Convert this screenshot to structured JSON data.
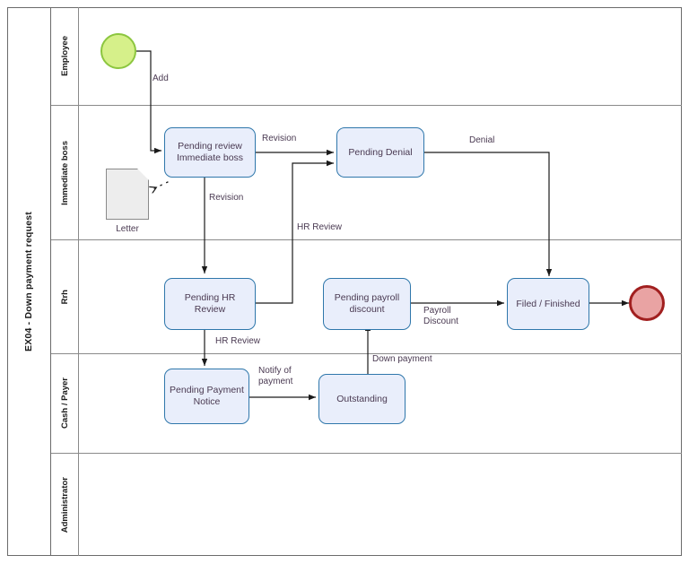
{
  "diagram": {
    "type": "bpmn-process",
    "pool_title": "EX04 - Down payment request",
    "lanes": [
      {
        "id": "employee",
        "label": "Employee"
      },
      {
        "id": "immediate-boss",
        "label": "Immediate boss"
      },
      {
        "id": "rrh",
        "label": "Rrh"
      },
      {
        "id": "cash-payer",
        "label": "Cash / Payer"
      },
      {
        "id": "administrator",
        "label": "Administrator"
      }
    ],
    "events": {
      "start": {
        "name": "start-event",
        "lane": "employee"
      },
      "end": {
        "name": "end-event",
        "lane": "rrh"
      }
    },
    "tasks": [
      {
        "id": "pending-review-immediate-boss",
        "label": "Pending review Immediate boss",
        "lane": "immediate-boss"
      },
      {
        "id": "pending-denial",
        "label": "Pending Denial",
        "lane": "immediate-boss"
      },
      {
        "id": "pending-hr-review",
        "label": "Pending HR Review",
        "lane": "rrh"
      },
      {
        "id": "pending-payroll-discount",
        "label": "Pending payroll discount",
        "lane": "rrh"
      },
      {
        "id": "filed-finished",
        "label": "Filed / Finished",
        "lane": "rrh"
      },
      {
        "id": "pending-payment-notice",
        "label": "Pending Payment Notice",
        "lane": "cash-payer"
      },
      {
        "id": "outstanding",
        "label": "Outstanding",
        "lane": "cash-payer"
      }
    ],
    "data_objects": [
      {
        "id": "letter",
        "label": "Letter",
        "lane": "immediate-boss"
      }
    ],
    "flows": [
      {
        "id": "add",
        "label": "Add",
        "from": "start",
        "to": "pending-review-immediate-boss"
      },
      {
        "id": "revision-denial",
        "label": "Revision",
        "from": "pending-review-immediate-boss",
        "to": "pending-denial"
      },
      {
        "id": "revision-hr",
        "label": "Revision",
        "from": "pending-review-immediate-boss",
        "to": "pending-hr-review"
      },
      {
        "id": "hr-review-denial",
        "label": "HR Review",
        "from": "pending-hr-review",
        "to": "pending-denial"
      },
      {
        "id": "denial",
        "label": "Denial",
        "from": "pending-denial",
        "to": "filed-finished"
      },
      {
        "id": "hr-review-payment",
        "label": "HR Review",
        "from": "pending-hr-review",
        "to": "pending-payment-notice"
      },
      {
        "id": "notify-of-payment",
        "label": "Notify of\npayment",
        "from": "pending-payment-notice",
        "to": "outstanding"
      },
      {
        "id": "down-payment",
        "label": "Down payment",
        "from": "outstanding",
        "to": "pending-payroll-discount"
      },
      {
        "id": "payroll-discount",
        "label": "Payroll\nDiscount",
        "from": "pending-payroll-discount",
        "to": "filed-finished"
      },
      {
        "id": "letter-association",
        "label": "",
        "from": "pending-review-immediate-boss",
        "to": "letter"
      },
      {
        "id": "finish",
        "label": "",
        "from": "filed-finished",
        "to": "end"
      }
    ],
    "colors": {
      "task_fill": "#e9eefb",
      "task_border": "#2f77ab",
      "start_fill": "#d6f08a",
      "start_border": "#8cc63f",
      "end_fill": "#e9a3a3",
      "end_border": "#a11f1f",
      "data_fill": "#ededed",
      "text": "#4a3a52",
      "frame": "#6b6b6b"
    }
  }
}
